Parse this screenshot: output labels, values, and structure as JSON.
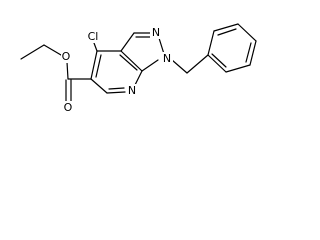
{
  "molecule": {
    "atoms": {
      "cl": "Cl",
      "o_ether": "O",
      "o_carbonyl": "O",
      "n_pyridine": "N",
      "n1": "N",
      "n2": "N"
    }
  },
  "colors": {
    "bond": "#000000",
    "text": "#000000",
    "background": "#ffffff"
  }
}
